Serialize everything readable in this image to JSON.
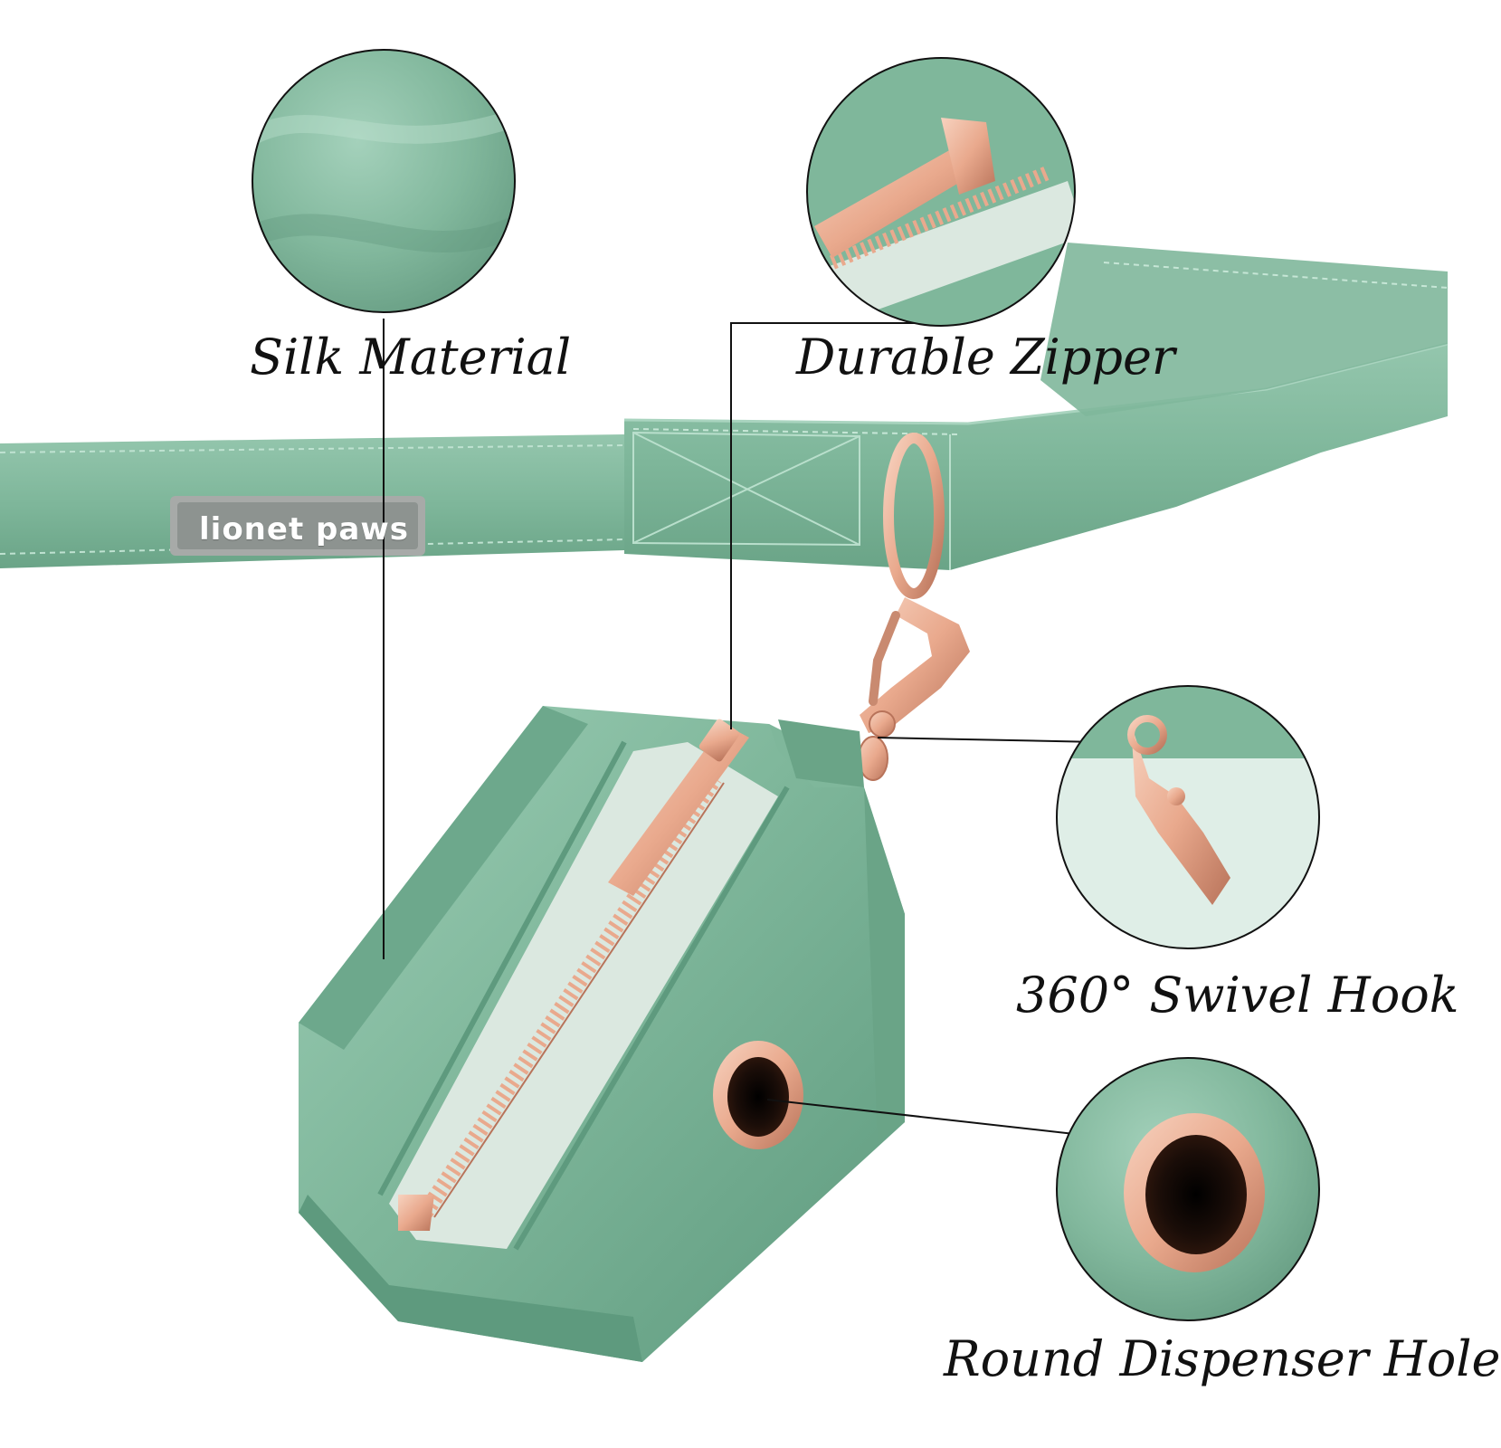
{
  "product": {
    "brand_tag": "lionet paws",
    "colors": {
      "fabric": "#7fb79b",
      "fabric_dark": "#5e9a7e",
      "fabric_light": "#a9d4bf",
      "hardware": "#e9a98d",
      "hardware_dark": "#b8735a",
      "zipper_tape": "#dbe8e0",
      "tag": "#8d9390"
    }
  },
  "callouts": [
    {
      "label": "Silk Material",
      "detail": "silk-fabric-closeup"
    },
    {
      "label": "Durable Zipper",
      "detail": "zipper-pull-closeup"
    },
    {
      "label": "360° Swivel Hook",
      "detail": "swivel-hook-closeup"
    },
    {
      "label": "Round Dispenser Hole",
      "detail": "grommet-closeup"
    }
  ]
}
